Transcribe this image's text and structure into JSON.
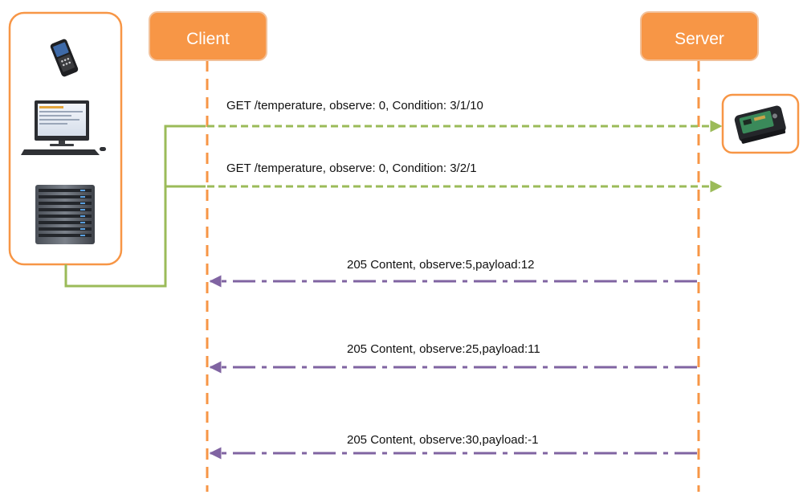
{
  "participants": {
    "client": "Client",
    "server": "Server"
  },
  "client_devices": [
    "mobile-phone-icon",
    "desktop-computer-icon",
    "server-rack-icon"
  ],
  "sensor": "sensor-device-icon",
  "requests": [
    {
      "label": "GET /temperature, observe: 0, Condition: 3/1/10"
    },
    {
      "label": "GET /temperature, observe: 0, Condition: 3/2/1"
    }
  ],
  "responses": [
    {
      "label": "205 Content, observe:5,payload:12"
    },
    {
      "label": "205 Content, observe:25,payload:11"
    },
    {
      "label": "205 Content, observe:30,payload:-1"
    }
  ],
  "colors": {
    "participant_box": "#f79646",
    "lifeline": "#f79646",
    "request_arrow": "#9bbb59",
    "response_arrow": "#8064a2"
  }
}
